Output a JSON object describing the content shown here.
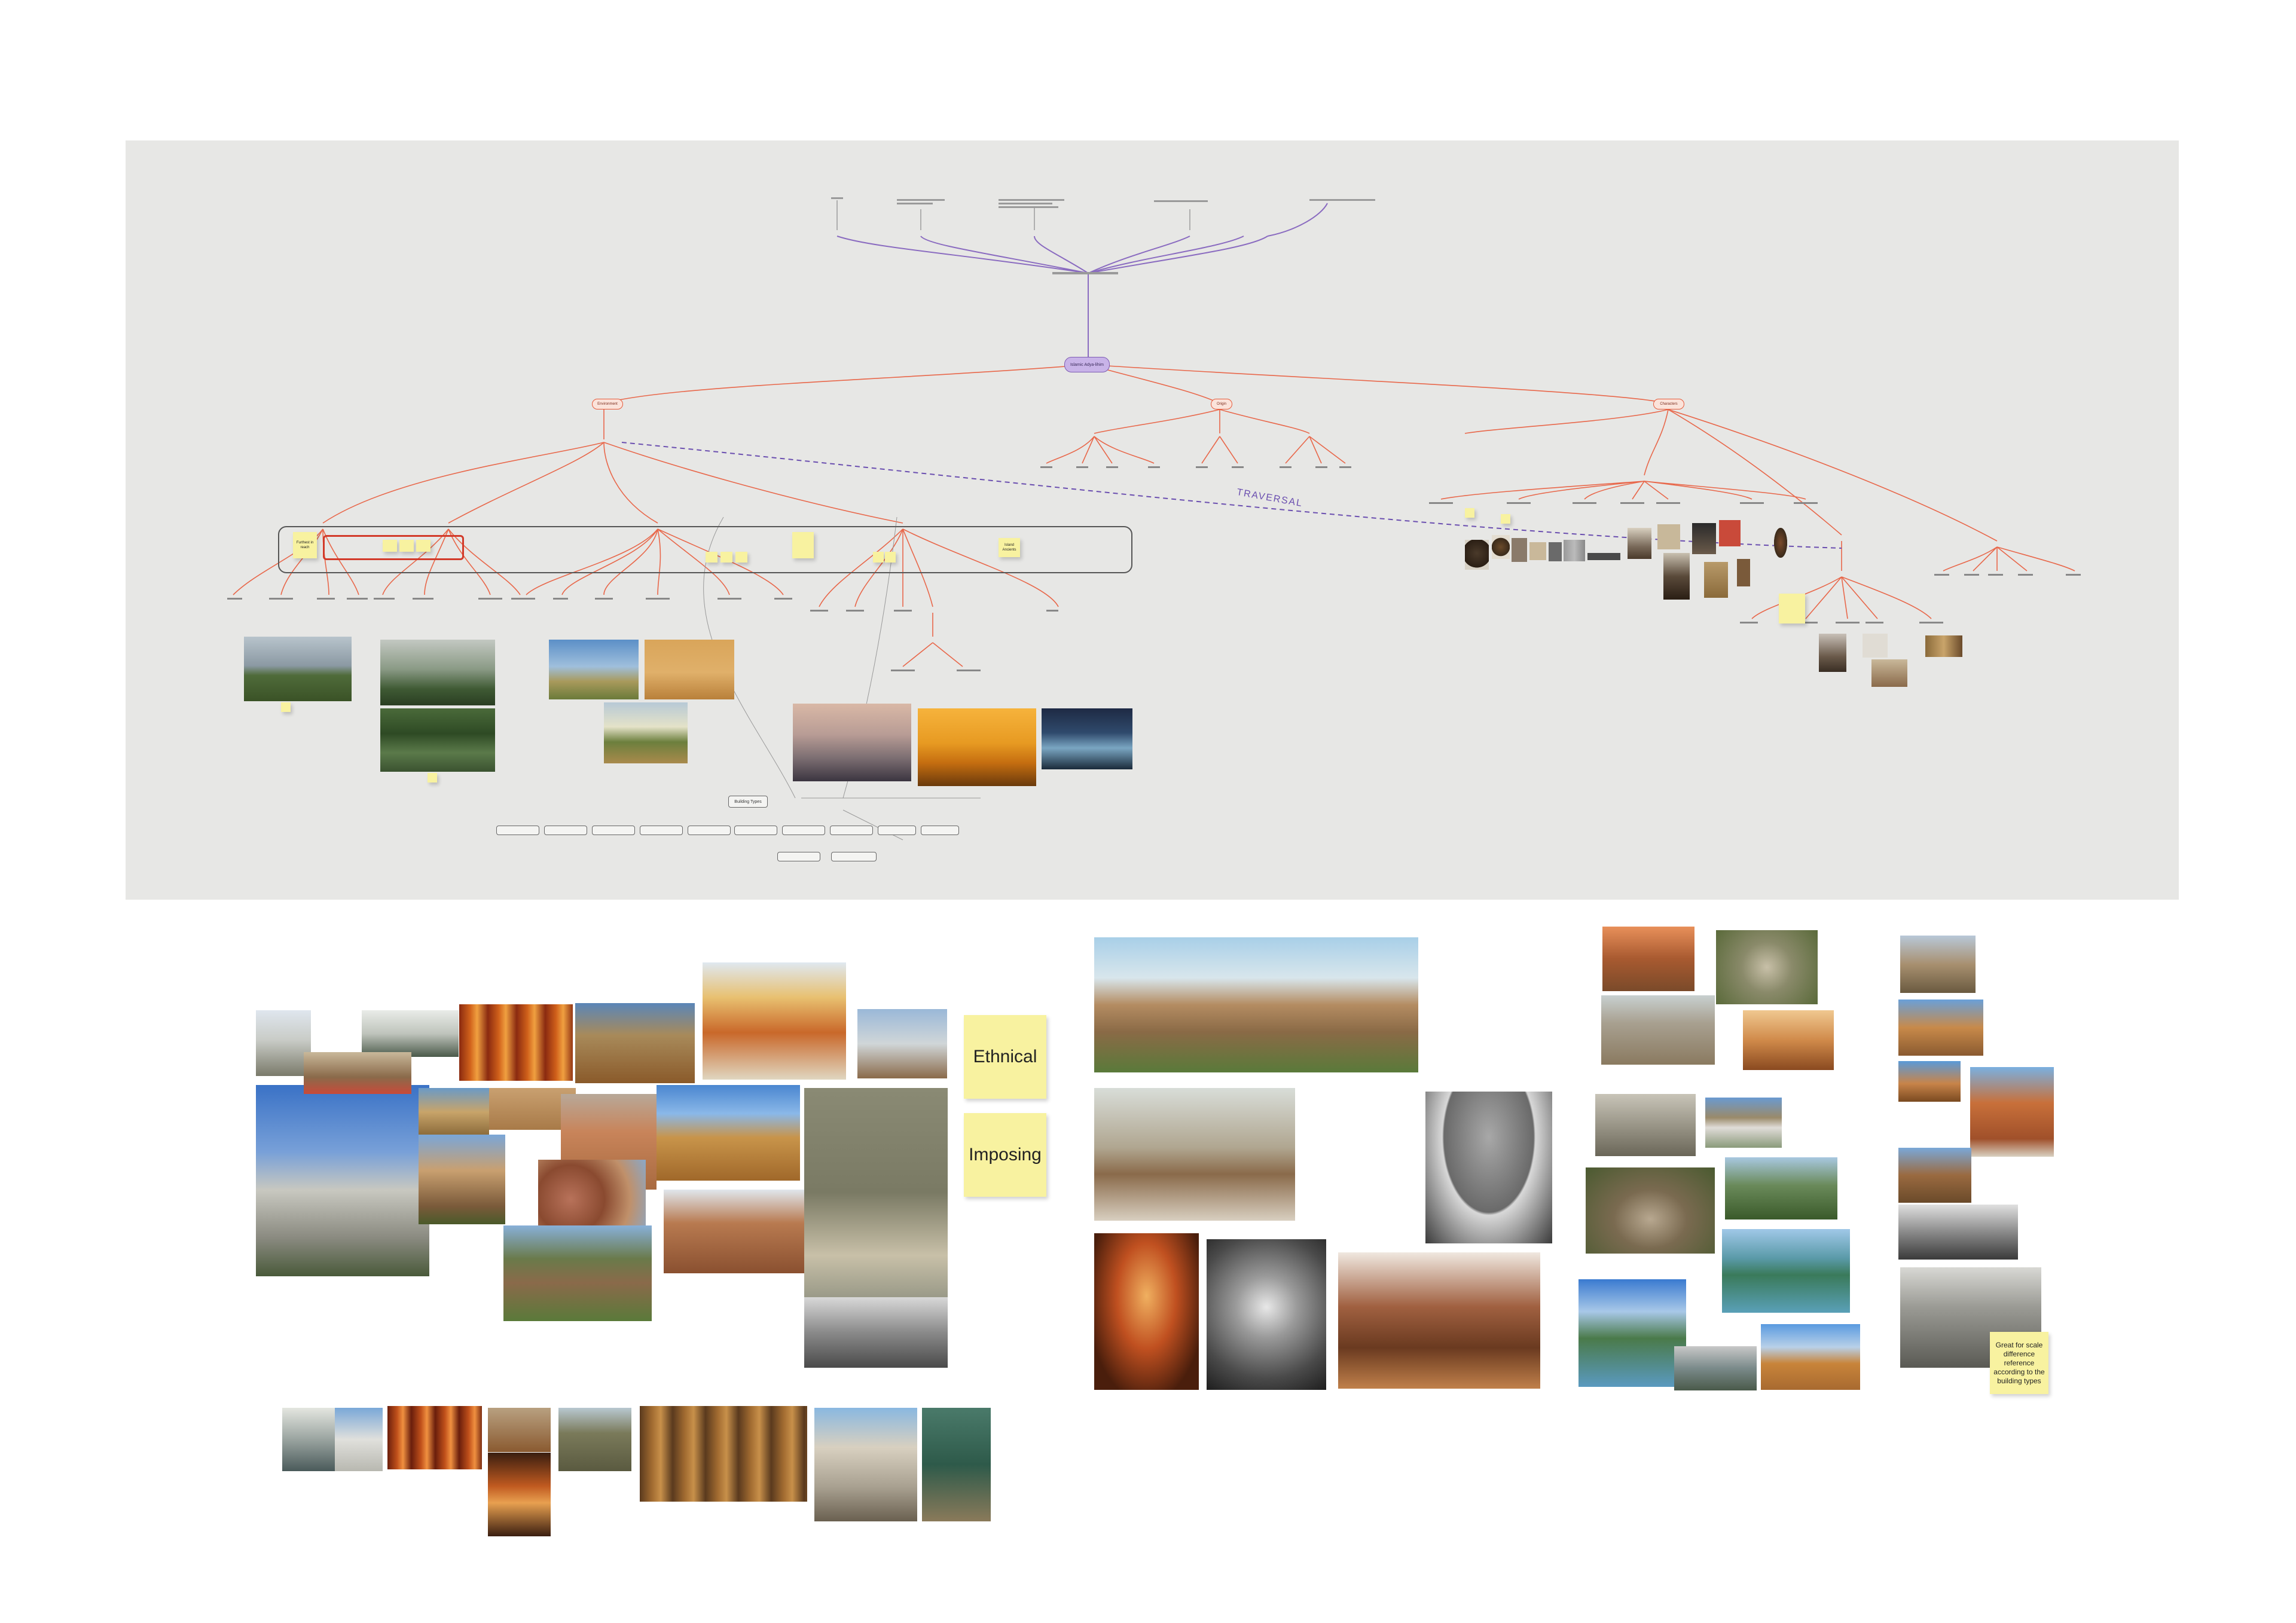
{
  "board": {
    "root_label": "Islamic Adya-lihim",
    "traversal_label": "TRAVERSAL",
    "node_labels": {
      "left_branch": "Environment",
      "mid_branch": "Origin",
      "right_branch": "Characters"
    }
  },
  "mindmap_stickies": [
    {
      "text": "Furthest in reach"
    },
    {
      "text": "Island Ancients"
    }
  ],
  "building_types": [
    "Building Types"
  ],
  "moodboard_stickies": {
    "ethnical": "Ethnical",
    "imposing": "Imposing",
    "scale_note": "Great for scale difference reference according to the building types"
  },
  "colors": {
    "board_bg": "#e7e7e5",
    "sticky": "#f8f2a0",
    "branch_red": "#e8674a",
    "branch_purple": "#8a6bc0"
  }
}
